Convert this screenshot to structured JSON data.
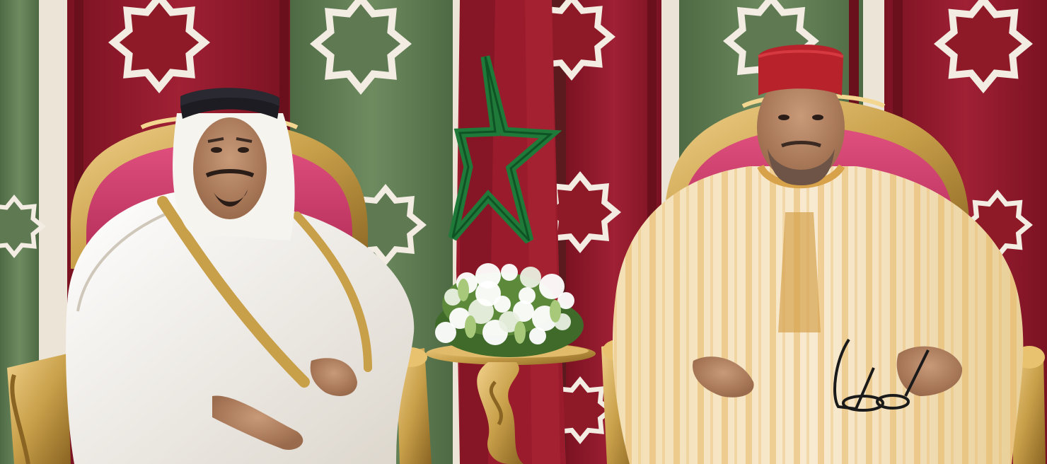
{
  "scene": {
    "kind": "photograph",
    "subjects": [
      "seated-man-left",
      "seated-man-right"
    ],
    "colors": {
      "crimson": "#8e1a28",
      "crimson_dark": "#6a0f1c",
      "green_panel": "#5f7a52",
      "stripe_white": "#ece4d6",
      "star_white": "#f2ece2",
      "flag_star_green": "#1f7a3a",
      "gold": "#c9a04a",
      "cushion_pink": "#d23d6e",
      "robe_white": "#f3f0ea",
      "robe_cream": "#f1dcb0",
      "robe_stripe": "#e8bd6e",
      "fez_red": "#b8222b",
      "skin": "#b98464"
    }
  }
}
